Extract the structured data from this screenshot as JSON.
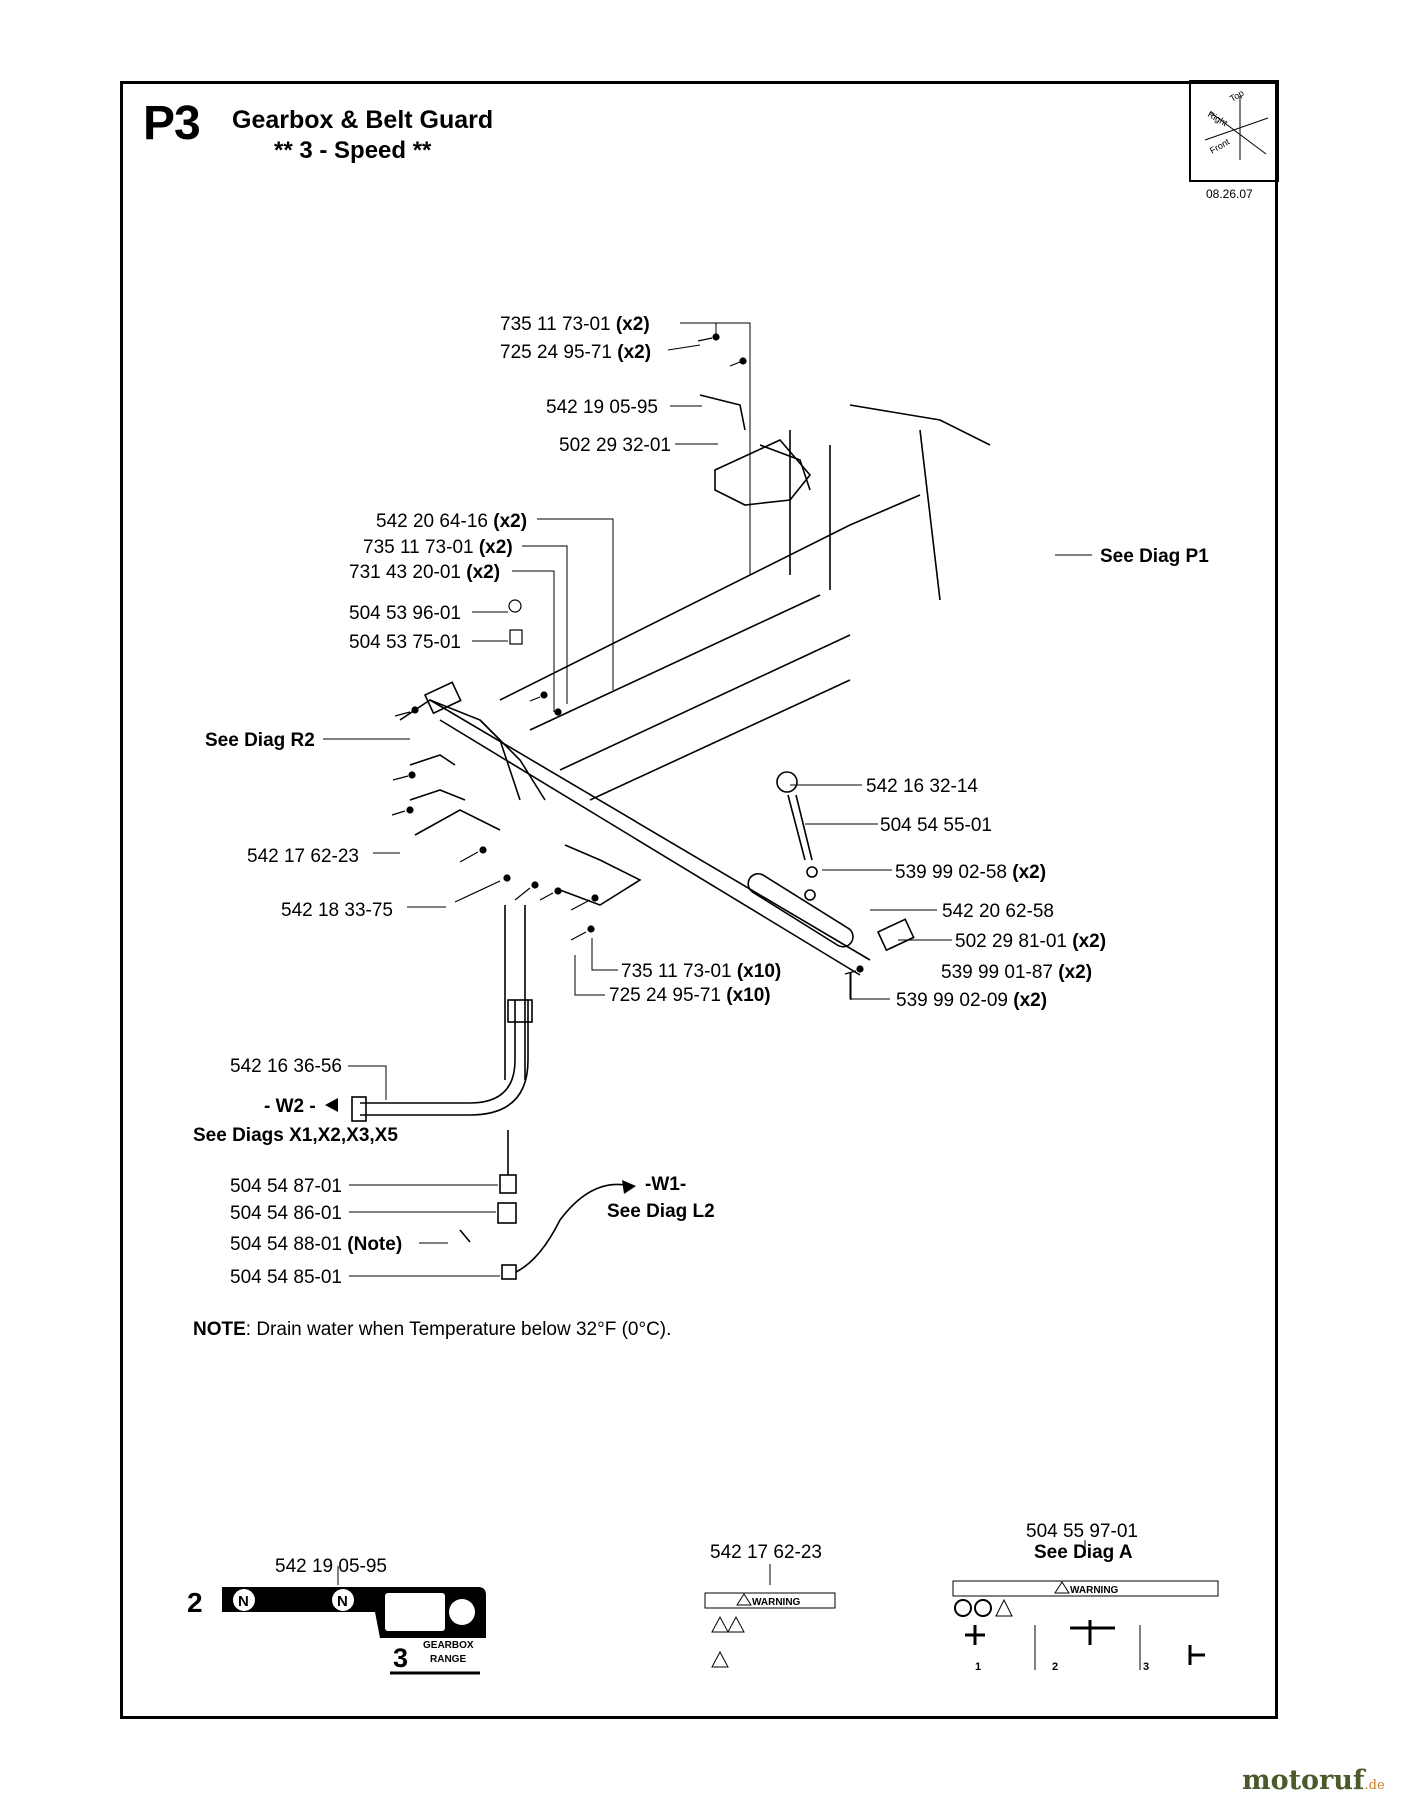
{
  "header": {
    "section_id": "P3",
    "title": "Gearbox & Belt Guard",
    "subtitle": "** 3 - Speed **",
    "date": "08.26.07",
    "orientation_labels": [
      "Top",
      "Right",
      "Front"
    ]
  },
  "callouts": [
    {
      "part": "735 11 73-01",
      "qty": "(x2)"
    },
    {
      "part": "725 24 95-71",
      "qty": "(x2)"
    },
    {
      "part": "542 19 05-95",
      "qty": ""
    },
    {
      "part": "502 29 32-01",
      "qty": ""
    },
    {
      "part": "542 20 64-16",
      "qty": "(x2)"
    },
    {
      "part": "735 11 73-01",
      "qty": "(x2)"
    },
    {
      "part": "731 43 20-01",
      "qty": "(x2)"
    },
    {
      "part": "504 53 96-01",
      "qty": ""
    },
    {
      "part": "504 53 75-01",
      "qty": ""
    },
    {
      "part": "542 17 62-23",
      "qty": ""
    },
    {
      "part": "542 18 33-75",
      "qty": ""
    },
    {
      "part": "542 16 32-14",
      "qty": ""
    },
    {
      "part": "504 54 55-01",
      "qty": ""
    },
    {
      "part": "539 99 02-58",
      "qty": "(x2)"
    },
    {
      "part": "542 20 62-58",
      "qty": ""
    },
    {
      "part": "502 29 81-01",
      "qty": "(x2)"
    },
    {
      "part": "539 99 01-87",
      "qty": "(x2)"
    },
    {
      "part": "539 99 02-09",
      "qty": "(x2)"
    },
    {
      "part": "735 11 73-01",
      "qty": "(x10)"
    },
    {
      "part": "725 24 95-71",
      "qty": "(x10)"
    },
    {
      "part": "542 16 36-56",
      "qty": ""
    },
    {
      "part": "504 54 87-01",
      "qty": ""
    },
    {
      "part": "504 54 86-01",
      "qty": ""
    },
    {
      "part": "504 54 88-01",
      "qty": "(Note)"
    },
    {
      "part": "504 54 85-01",
      "qty": ""
    }
  ],
  "references": {
    "see_p1": "See Diag P1",
    "see_r2": "See Diag R2",
    "w2_left": "- W2 -",
    "w2_diags": "See Diags X1,X2,X3,X5",
    "w1": "-W1-",
    "see_l2": "See Diag L2"
  },
  "note": {
    "label": "NOTE",
    "text": ": Drain water when Temperature below 32°F (0°C)."
  },
  "decals": {
    "decal_2": {
      "index": "2",
      "part": "542 19 05-95",
      "neutral": "N",
      "speed_range": "3",
      "range_line1": "GEARBOX",
      "range_line2": "RANGE"
    },
    "decal_mid": {
      "part": "542 17 62-23",
      "warning": "WARNING"
    },
    "decal_right": {
      "part": "504 55 97-01",
      "see": "See Diag A",
      "warning": "WARNING",
      "steps": [
        "1",
        "2",
        "3"
      ]
    }
  },
  "brand": {
    "name": "motoruf",
    "suffix": ".de"
  },
  "colors": {
    "ink": "#000000",
    "brand": "#4a5a2a",
    "brand_accent": "#d07a20"
  }
}
